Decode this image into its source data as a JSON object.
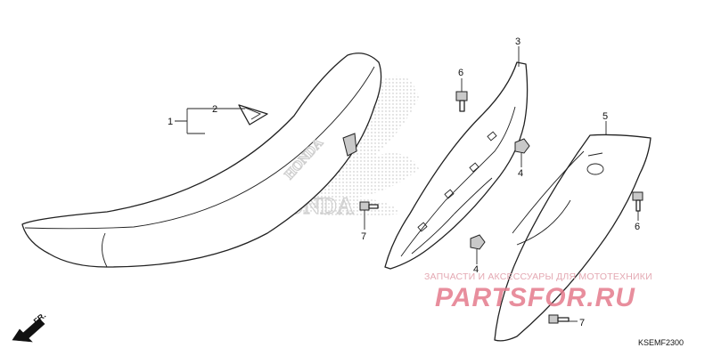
{
  "callouts": {
    "c1": "1",
    "c2": "2",
    "c3": "3",
    "c4a": "4",
    "c4b": "4",
    "c5": "5",
    "c6a": "6",
    "c6b": "6",
    "c7a": "7",
    "c7b": "7"
  },
  "logo": {
    "seat_text": "HONDA",
    "wing_text": "HONDA"
  },
  "watermark": {
    "tagline": "ЗАПЧАСТИ И АКСЕССУАРЫ ДЛЯ МОТОТЕХНИКИ",
    "brand": "PARTSFOR.RU"
  },
  "front_marker": "FR.",
  "diagram_code": "KSEMF2300",
  "colors": {
    "line": "#222222",
    "logo_gray": "#cfcfcf",
    "watermark_pink": "#e47b8c"
  }
}
